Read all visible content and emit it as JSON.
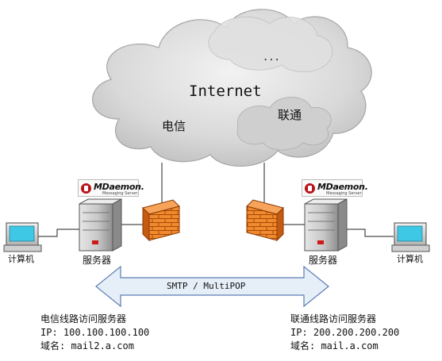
{
  "cloud": {
    "dots": "...",
    "internet": "Internet",
    "telecom": "电信",
    "unicom": "联通"
  },
  "logo": {
    "brand": "MDaemon.",
    "subtitle": "Messaging Server"
  },
  "left": {
    "computer_label": "计算机",
    "server_label": "服务器"
  },
  "right": {
    "computer_label": "计算机",
    "server_label": "服务器"
  },
  "arrow": {
    "label": "SMTP / MultiPOP"
  },
  "left_info": {
    "title": "电信线路访问服务器",
    "ip": "IP: 100.100.100.100",
    "domain": "域名: mail2.a.com"
  },
  "right_info": {
    "title": "联通线路访问服务器",
    "ip": "IP: 200.200.200.200",
    "domain": "域名: mail.a.com"
  },
  "colors": {
    "cloud_fill": "#d9d9d9",
    "cloud_edge": "#a6a6a6",
    "firewall": "#e8721c",
    "server": "#bfbfbf",
    "monitor_screen": "#3fc7e6",
    "arrow_fill": "#e6eef8",
    "arrow_stroke": "#5b7db3",
    "logo_red": "#b8141a"
  }
}
